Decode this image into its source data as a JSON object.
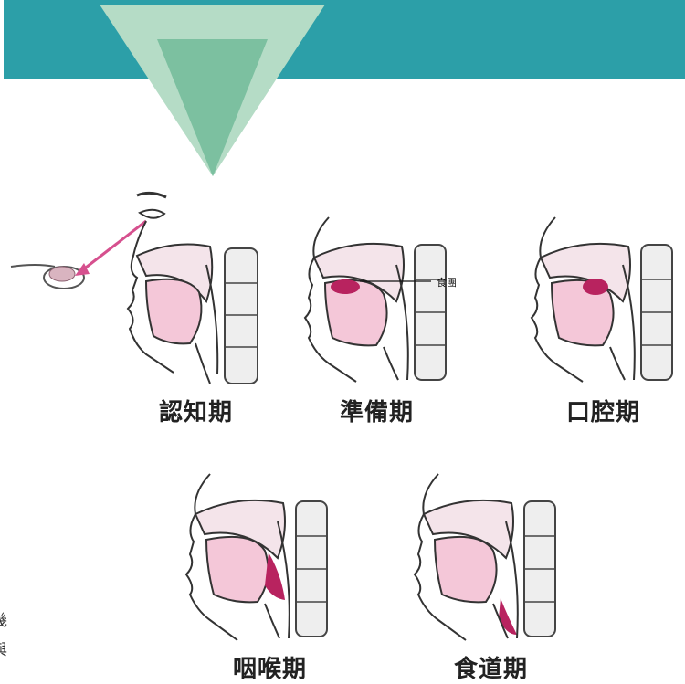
{
  "colors": {
    "header_band": "#2c9fa8",
    "triangle_outer": "#b5dcc6",
    "triangle_inner": "#7cc0a0",
    "soft_tissue": "#f4c7d8",
    "outline": "#333333",
    "bolus": "#b8235f",
    "arrow": "#d6508e",
    "vertebra": "#eeeeee"
  },
  "stages": [
    {
      "label": "認知期"
    },
    {
      "label": "準備期"
    },
    {
      "label": "口腔期"
    },
    {
      "label": "咽喉期"
    },
    {
      "label": "食道期"
    }
  ],
  "callout": {
    "label": "食團"
  },
  "edge_text": {
    "line1": "幾",
    "line2": "與"
  }
}
